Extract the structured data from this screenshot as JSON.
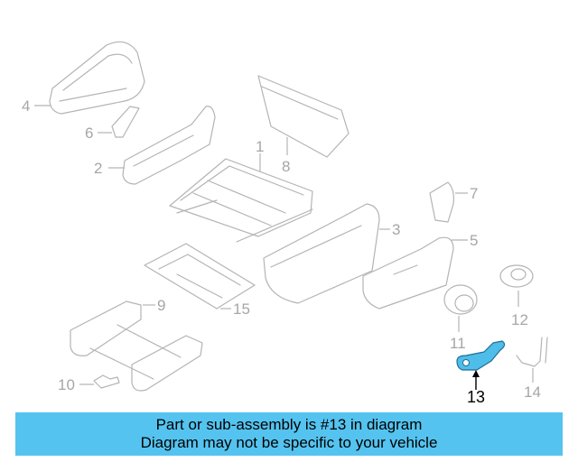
{
  "callouts": {
    "c1": "1",
    "c2": "2",
    "c3": "3",
    "c4": "4",
    "c5": "5",
    "c6": "6",
    "c7": "7",
    "c8": "8",
    "c9": "9",
    "c10": "10",
    "c11": "11",
    "c12": "12",
    "c13": "13",
    "c14": "14",
    "c15": "15"
  },
  "highlight": {
    "part_number": "13",
    "color": "#4fbde9"
  },
  "banner": {
    "line1": "Part or sub-assembly is #13 in diagram",
    "line2": "Diagram may not be specific to your vehicle",
    "color": "#55c3ef"
  }
}
